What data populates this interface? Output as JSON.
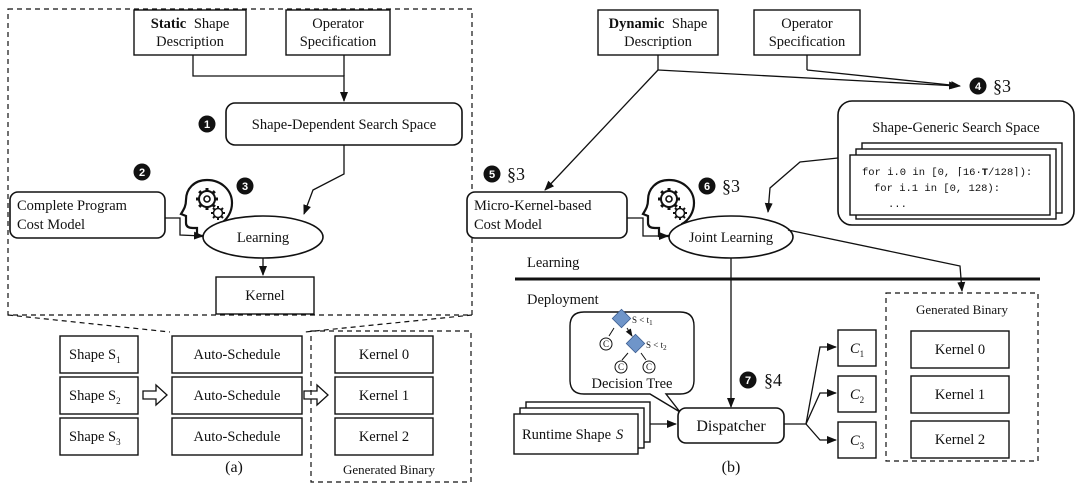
{
  "panel_a": {
    "static_label": "Static",
    "static_rest": "Shape",
    "static_line2": "Description",
    "operator_line1": "Operator",
    "operator_line2": "Specification",
    "marker_1": "1",
    "search_space": "Shape-Dependent Search Space",
    "marker_2": "2",
    "marker_3": "3",
    "cost_model_line1": "Complete Program",
    "cost_model_line2": "Cost Model",
    "learning": "Learning",
    "kernel": "Kernel",
    "shapes": [
      "Shape S",
      "Shape S",
      "Shape S"
    ],
    "shape_subs": [
      "1",
      "2",
      "3"
    ],
    "auto_schedule": [
      "Auto-Schedule",
      "Auto-Schedule",
      "Auto-Schedule"
    ],
    "kernels": [
      "Kernel 0",
      "Kernel 1",
      "Kernel 2"
    ],
    "generated_binary": "Generated Binary",
    "caption": "(a)"
  },
  "panel_b": {
    "dynamic_label": "Dynamic",
    "dynamic_rest": "Shape",
    "dynamic_line2": "Description",
    "operator_line1": "Operator",
    "operator_line2": "Specification",
    "marker_4": "4",
    "ref_4": "§3",
    "search_space_title": "Shape-Generic Search Space",
    "code_line1_pre": "for i.0 in [0, ⌈16·",
    "code_line1_bold": "T",
    "code_line1_post": "/128⌉):",
    "code_line2": "for i.1 in [0, 128):",
    "code_line3": "...",
    "marker_5": "5",
    "ref_5": "§3",
    "cost_model_line1": "Micro-Kernel-based",
    "cost_model_line2": "Cost Model",
    "marker_6": "6",
    "ref_6": "§3",
    "joint_learning": "Joint Learning",
    "learning_label": "Learning",
    "deployment_label": "Deployment",
    "tree_cond_1": "S < t",
    "tree_cond_1_sub": "1",
    "tree_cond_2": "S < t",
    "tree_cond_2_sub": "2",
    "tree_leaf": "C",
    "decision_tree": "Decision Tree",
    "marker_7": "7",
    "ref_7": "§4",
    "runtime_shape": "Runtime Shape",
    "runtime_var": "S",
    "dispatcher": "Dispatcher",
    "c_label": "C",
    "c_subs": [
      "1",
      "2",
      "3"
    ],
    "generated_binary": "Generated Binary",
    "kernels": [
      "Kernel 0",
      "Kernel 1",
      "Kernel 2"
    ],
    "caption": "(b)"
  },
  "colors": {
    "ink": "#111111",
    "diamond": "#6f95c9"
  },
  "icons": [
    "head-gear-icon",
    "head-gear-icon",
    "diamond-node-icon",
    "leaf-node-icon"
  ]
}
